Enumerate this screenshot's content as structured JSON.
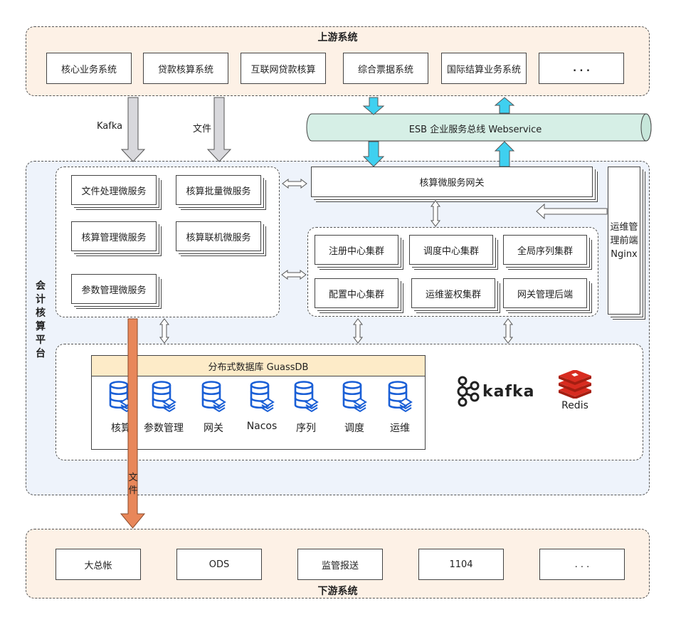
{
  "upstream": {
    "title": "上游系统",
    "systems": [
      "核心业务系统",
      "贷款核算系统",
      "互联网贷款核算",
      "综合票据系统",
      "国际结算业务系统",
      ". . ."
    ]
  },
  "links": {
    "kafka": "Kafka",
    "file_upper": "文件",
    "file_lower": "文件"
  },
  "esb": {
    "label": "ESB 企业服务总线 Webservice"
  },
  "platform": {
    "title": "会计核算平台",
    "microservices": [
      "文件处理微服务",
      "核算批量微服务",
      "核算管理微服务",
      "核算联机微服务",
      "参数管理微服务"
    ],
    "gateway": "核算微服务网关",
    "clusters": [
      "注册中心集群",
      "调度中心集群",
      "全局序列集群",
      "配置中心集群",
      "运维鉴权集群",
      "网关管理后端"
    ],
    "nginx": "运维管理前端Nginx",
    "database": {
      "title": "分布式数据库 GuassDB",
      "items": [
        "核算",
        "参数管理",
        "网关",
        "Nacos",
        "序列",
        "调度",
        "运维"
      ]
    },
    "kafka_logo": "kafka",
    "redis_logo": "Redis"
  },
  "downstream": {
    "title": "下游系统",
    "systems": [
      "大总帐",
      "ODS",
      "监管报送",
      "1104",
      ". . ."
    ]
  },
  "colors": {
    "upstream_bg": "#fdf1e6",
    "platform_bg": "#eef3fb",
    "esb_fill": "#d6efe6",
    "arrow_cyan": "#3fd0f0",
    "arrow_orange": "#e8875a",
    "arrow_gray": "#d8d8dc",
    "db_icon": "#1a5fd6",
    "db_header": "#fdebc8",
    "redis_red": "#d82c20"
  }
}
